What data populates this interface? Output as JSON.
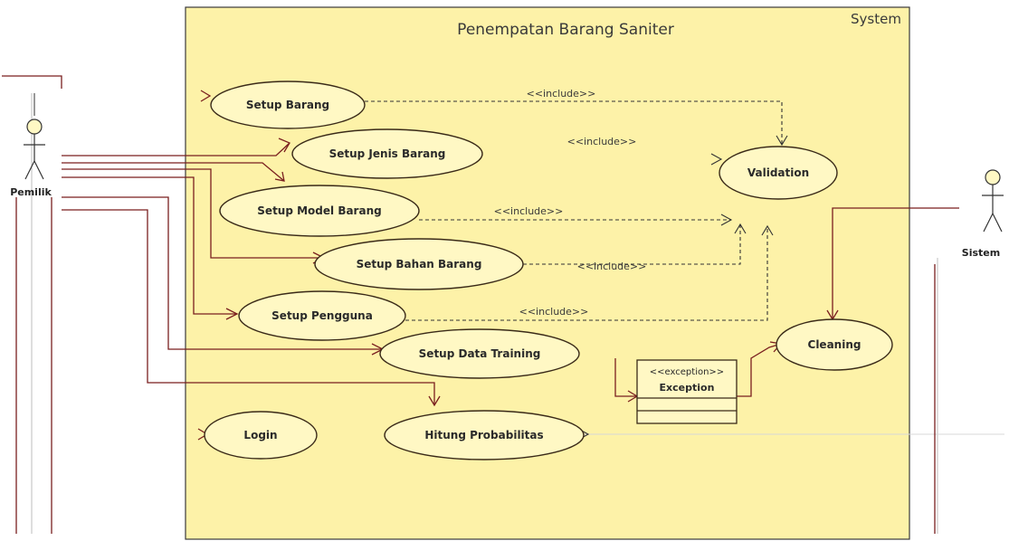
{
  "system": {
    "title": "Penempatan Barang Saniter",
    "tag": "System"
  },
  "actors": {
    "left": "Pemilik",
    "right": "Sistem"
  },
  "use_cases": {
    "setup_barang": "Setup Barang",
    "setup_jenis_barang": "Setup Jenis Barang",
    "setup_model_barang": "Setup Model Barang",
    "setup_bahan_barang": "Setup Bahan Barang",
    "setup_pengguna": "Setup Pengguna",
    "setup_data_training": "Setup Data Training",
    "login": "Login",
    "hitung_probabilitas": "Hitung Probabilitas",
    "validation": "Validation",
    "cleaning": "Cleaning"
  },
  "exception_box": {
    "stereotype": "<<exception>>",
    "name": "Exception"
  },
  "relations": {
    "include_1": "<<include>>",
    "include_2": "<<include>>",
    "include_3": "<<include>>",
    "include_4": "<<include>>",
    "include_5": "<<include>>"
  }
}
